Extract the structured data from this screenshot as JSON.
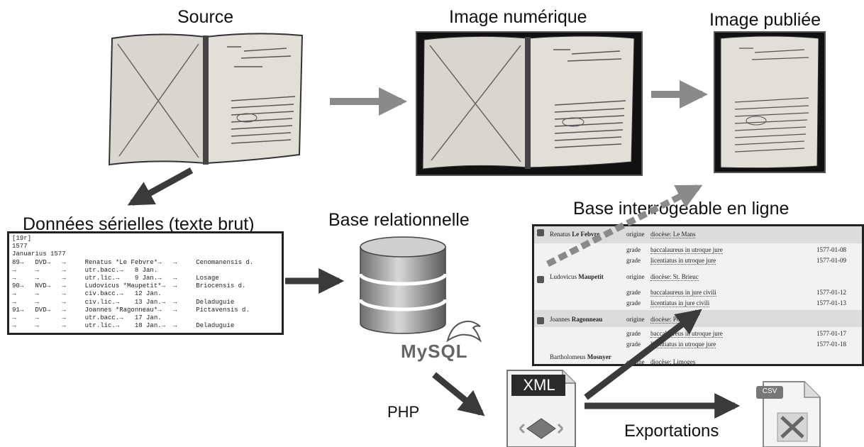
{
  "labels": {
    "source": "Source",
    "digital_image": "Image numérique",
    "published_image": "Image publiée",
    "serial_data": "Données sérielles (texte brut)",
    "relational_db": "Base relationnelle",
    "online_db": "Base interrogeable en ligne",
    "php": "PHP",
    "exports": "Exportations"
  },
  "raw_text": {
    "lines": [
      "[19r]",
      "1577",
      "Januarius 1577",
      "89→   DVD→   →     Renatus *Le Febvre*→   →     Cenomanensis d.",
      "→     →      →     utr.bacc.→   8 Jan.",
      "→     →      →     utr.lic.→    9 Jan.→   →     Losage",
      "90→   NVD→   →     Ludovicus *Maupetit*→  →     Briocensis d.",
      "→     →      →     civ.bacc.→   12 Jan.",
      "→     →      →     civ.lic.→    13 Jan.→  →     Deladuguie",
      "91→   DVD→   →     Joannes *Ragonneau*→   →     Pictavensis d.",
      "→     →      →     utr.bacc.→   17 Jan.",
      "→     →      →     utr.lic.→    18 Jan.→  →     Deladuguie"
    ]
  },
  "online_db": {
    "people": [
      {
        "first": "Renatus",
        "last": "Le Febvre",
        "origin_label": "origine",
        "origin": "diocèse: Le Mans",
        "grades": [
          {
            "label": "grade",
            "title": "baccalaureus in utroque jure",
            "date": "1577-01-08"
          },
          {
            "label": "grade",
            "title": "licentiatus in utroque jure",
            "date": "1577-01-09"
          }
        ]
      },
      {
        "first": "Ludovicus",
        "last": "Maupetit",
        "origin_label": "origine",
        "origin": "diocèse: St. Brieuc",
        "grades": [
          {
            "label": "grade",
            "title": "baccalaureus in jure civili",
            "date": "1577-01-12"
          },
          {
            "label": "grade",
            "title": "licentiatus in jure civili",
            "date": "1577-01-13"
          }
        ]
      },
      {
        "first": "Joannes",
        "last": "Ragonneau",
        "origin_label": "origine",
        "origin": "diocèse: Poitiers",
        "grades": [
          {
            "label": "grade",
            "title": "baccalaureus in utroque jure",
            "date": "1577-01-17"
          },
          {
            "label": "grade",
            "title": "licentiatus in utroque jure",
            "date": "1577-01-18"
          }
        ]
      },
      {
        "first": "Bartholomeus",
        "last": "Mosnyer",
        "origin_label": "origine",
        "origin": "diocèse: Limoges",
        "grades": []
      }
    ]
  },
  "logos": {
    "mysql": "MySQL",
    "xml": "XML",
    "csv": "CSV"
  },
  "colors": {
    "arrow_gray": "#8a8a8a",
    "arrow_dark": "#3a3a3a",
    "box_border": "#222222"
  }
}
